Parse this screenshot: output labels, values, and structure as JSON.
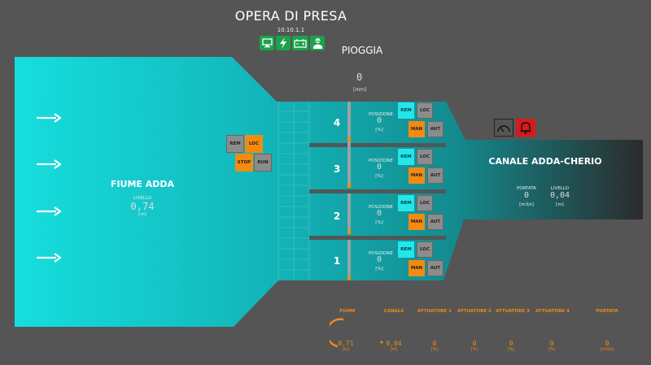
{
  "header": {
    "title": "OPERA DI PRESA",
    "ip": "10.10.1.1"
  },
  "status_icons": [
    "monitor-icon",
    "lightning-icon",
    "battery-icon",
    "operator-icon"
  ],
  "rain": {
    "title": "PIOGGIA",
    "value": "0",
    "unit": "[mm]"
  },
  "river": {
    "name": "FIUME ADDA",
    "level_label": "LIVELLO",
    "level_value": "0,74",
    "level_unit": "[m]"
  },
  "station_buttons": {
    "rem": "REM",
    "loc": "LOC",
    "stop": "STOP",
    "run": "RUN"
  },
  "gates": [
    {
      "number": "4",
      "pos_label": "POSIZIONE",
      "pos_value": "0",
      "pos_unit": "[%]",
      "rem": "REM",
      "loc": "LOC",
      "man": "MAN",
      "aut": "AUT"
    },
    {
      "number": "3",
      "pos_label": "POSIZIONE",
      "pos_value": "0",
      "pos_unit": "[%]",
      "rem": "REM",
      "loc": "LOC",
      "man": "MAN",
      "aut": "AUT"
    },
    {
      "number": "2",
      "pos_label": "POSIZIONE",
      "pos_value": "0",
      "pos_unit": "[%]",
      "rem": "REM",
      "loc": "LOC",
      "man": "MAN",
      "aut": "AUT"
    },
    {
      "number": "1",
      "pos_label": "POSIZIONE",
      "pos_value": "0",
      "pos_unit": "[%]",
      "rem": "REM",
      "loc": "LOC",
      "man": "MAN",
      "aut": "AUT"
    }
  ],
  "canal": {
    "name": "CANALE ADDA-CHERIO",
    "flow_label": "PORTATA",
    "flow_value": "0",
    "flow_unit": "[m3/s]",
    "level_label": "LIVELLO",
    "level_value": "0,04",
    "level_unit": "[m]"
  },
  "bottom": {
    "fiume": {
      "label": "FIUME",
      "value": "0,71",
      "unit": "[m]"
    },
    "canale": {
      "label": "CANALE",
      "value": "0,04",
      "unit": "[m]"
    },
    "att1": {
      "label": "ATTUATORE 1",
      "value": "0",
      "unit": "[%]"
    },
    "att2": {
      "label": "ATTUATORE 2",
      "value": "0",
      "unit": "[%]"
    },
    "att3": {
      "label": "ATTUATORE 3",
      "value": "0",
      "unit": "[%]"
    },
    "att4": {
      "label": "ATTUATORE 4",
      "value": "0",
      "unit": "[%]"
    },
    "portata": {
      "label": "PORTATA",
      "value": "0",
      "unit": "[m3/s]"
    }
  },
  "colors": {
    "water_light": "#16dede",
    "water_dark": "#2b2b2b",
    "accent": "#f38a12",
    "remote": "#22e6ec",
    "ok": "#1aa34a",
    "alarm": "#d61a1a"
  }
}
